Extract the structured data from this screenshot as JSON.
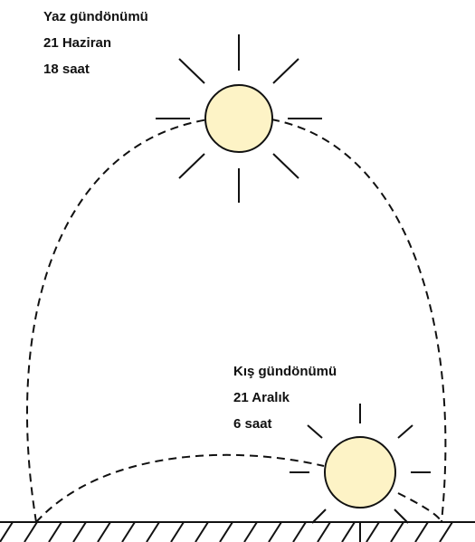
{
  "summer": {
    "name": "Yaz gündönümü",
    "date": "21 Haziran",
    "hours": "18 saat"
  },
  "winter": {
    "name": "Kış gündönümü",
    "date": "21 Aralık",
    "hours": "6 saat"
  },
  "colors": {
    "sun_fill": "#fdf3c6",
    "stroke": "#111111"
  }
}
